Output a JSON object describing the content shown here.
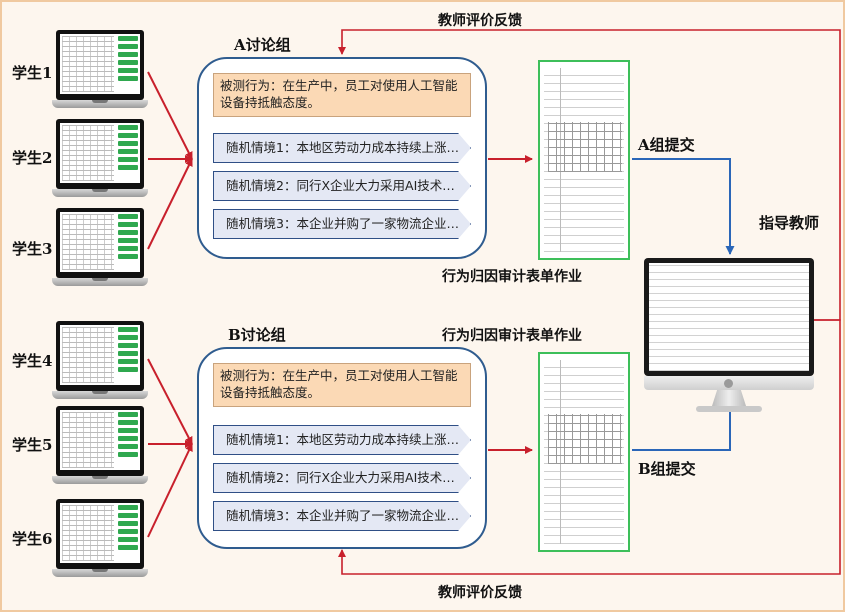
{
  "feedback_label": "教师评价反馈",
  "instructor_label": "指导教师",
  "form_label": "行为归因审计表单作业",
  "students": [
    {
      "label": "学生1"
    },
    {
      "label": "学生2"
    },
    {
      "label": "学生3"
    },
    {
      "label": "学生4"
    },
    {
      "label": "学生5"
    },
    {
      "label": "学生6"
    }
  ],
  "groups": [
    {
      "title": "A讨论组",
      "submit": "A组提交",
      "behavior": "被测行为：在生产中，员工对使用人工智能设备持抵触态度。",
      "scenarios": [
        "随机情境1：本地区劳动力成本持续上涨…",
        "随机情境2：同行X企业大力采用AI技术…",
        "随机情境3：本企业并购了一家物流企业…"
      ]
    },
    {
      "title": "B讨论组",
      "submit": "B组提交",
      "behavior": "被测行为：在生产中，员工对使用人工智能设备持抵触态度。",
      "scenarios": [
        "随机情境1：本地区劳动力成本持续上涨…",
        "随机情境2：同行X企业大力采用AI技术…",
        "随机情境3：本企业并购了一家物流企业…"
      ]
    }
  ]
}
